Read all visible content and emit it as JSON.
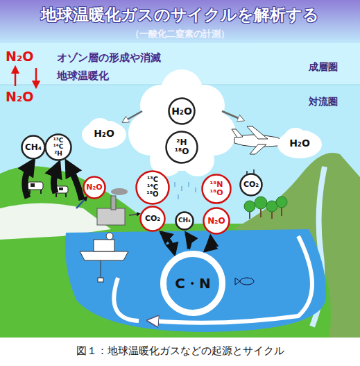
{
  "diagram": {
    "title": "地球温暖化ガスのサイクルを解析する",
    "caption": "図１：地球温暖化ガスなどの起源とサイクル",
    "nodes": [
      {
        "text": [
          "H₂O"
        ]
      },
      {
        "text": [
          "²H",
          "¹⁸O"
        ]
      },
      {
        "text": [
          "H₂O"
        ]
      },
      {
        "text": [
          "CH₄"
        ]
      },
      {
        "text": [
          "¹³C",
          "¹⁴C",
          "²H"
        ]
      },
      {
        "text": [
          "H₂O"
        ]
      },
      {
        "text": [
          "N₂O"
        ]
      },
      {
        "text": [
          "¹³C",
          "¹⁴C",
          "¹⁸O"
        ]
      },
      {
        "text": [
          "CO₂"
        ]
      },
      {
        "text": [
          "CH₄"
        ]
      },
      {
        "text": [
          "¹⁵N",
          "¹⁸O"
        ]
      },
      {
        "text": [
          "N₂O"
        ]
      },
      {
        "text": [
          "CO₂"
        ]
      },
      {
        "text": [
          "C・N"
        ]
      }
    ],
    "edges": [
      {
        "from": 13,
        "to": 8,
        "arrow": "both"
      },
      {
        "from": 13,
        "to": 9,
        "arrow": "to"
      },
      {
        "from": 13,
        "to": 11,
        "arrow": "both"
      }
    ],
    "labels": [
      "（一酸化二窒素の計測）",
      "N₂O",
      "N₂O",
      "オゾン層の形成や消滅",
      "地球温暖化",
      "成層圏",
      "対流圏"
    ]
  }
}
